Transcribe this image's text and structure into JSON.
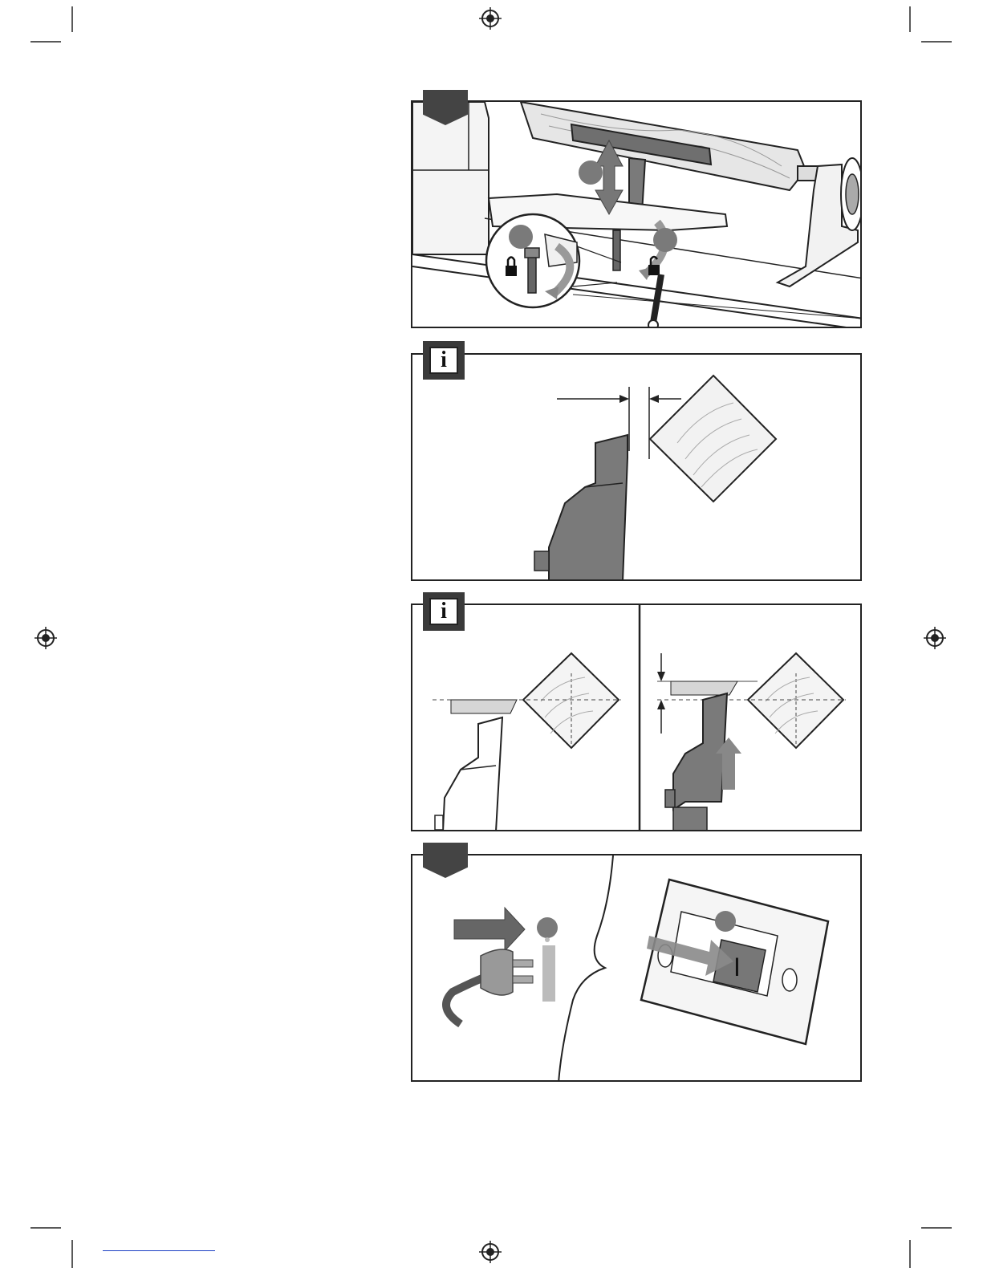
{
  "page": {
    "footer_link_text": ""
  },
  "panels": {
    "panel1": {
      "name": "tool-rest-adjust-figure"
    },
    "panel2": {
      "info_label": "i"
    },
    "panel3": {
      "info_label": "i"
    },
    "panel4": {
      "switch_label": "I"
    }
  },
  "icons": [
    "registration-mark-icon",
    "lock-icon",
    "unlock-icon",
    "info-icon",
    "plug-icon",
    "arrow-icon",
    "power-switch-icon"
  ],
  "colors": {
    "frame": "#222222",
    "tab": "#444444",
    "tool_gray": "#7a7a7a",
    "wood_gray": "#bdbdbd",
    "link_blue": "#1a3fc4"
  }
}
